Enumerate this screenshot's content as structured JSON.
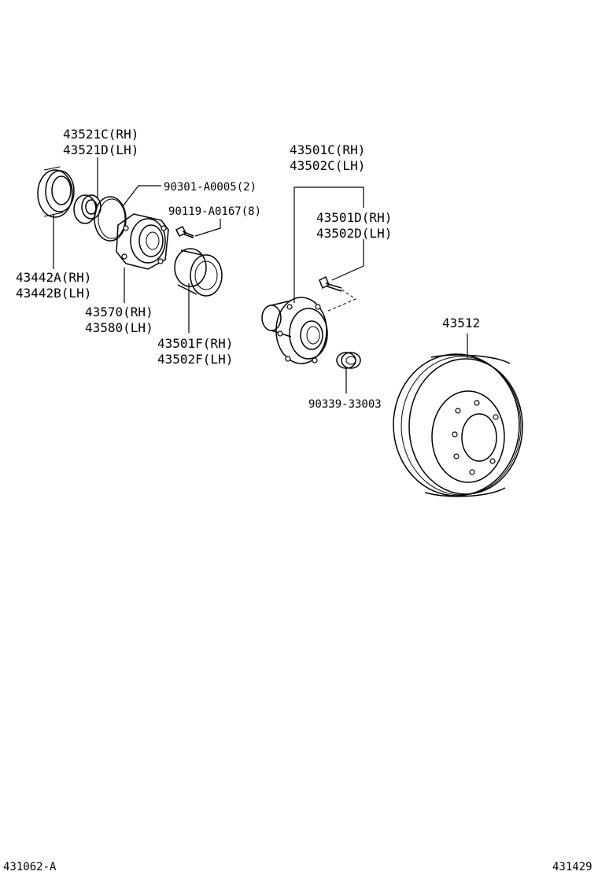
{
  "labels": {
    "p43521": [
      "43521C(RH)",
      "43521D(LH)"
    ],
    "p90301": "90301-A0005(2)",
    "p90119": "90119-A0167(8)",
    "p43442": [
      "43442A(RH)",
      "43442B(LH)"
    ],
    "p43570": [
      "43570(RH)",
      "43580(LH)"
    ],
    "p43501F": [
      "43501F(RH)",
      "43502F(LH)"
    ],
    "p43501C": [
      "43501C(RH)",
      "43502C(LH)"
    ],
    "p43501D": [
      "43501D(RH)",
      "43502D(LH)"
    ],
    "p43512": "43512",
    "p90339": "90339-33003"
  },
  "footer": {
    "left_code": "431062-A",
    "right_code": "431429"
  }
}
